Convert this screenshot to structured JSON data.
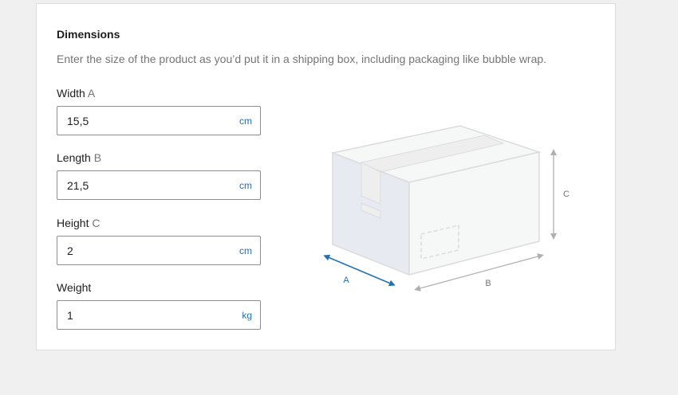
{
  "section": {
    "title": "Dimensions",
    "description": "Enter the size of the product as you’d put it in a shipping box, including packaging like bubble wrap."
  },
  "fields": [
    {
      "label": "Width",
      "letter": "A",
      "value": "15,5",
      "unit": "cm"
    },
    {
      "label": "Length",
      "letter": "B",
      "value": "21,5",
      "unit": "cm"
    },
    {
      "label": "Height",
      "letter": "C",
      "value": "2",
      "unit": "cm"
    },
    {
      "label": "Weight",
      "letter": "",
      "value": "1",
      "unit": "kg"
    }
  ],
  "illustration": {
    "labels": {
      "a": "A",
      "b": "B",
      "c": "C"
    },
    "colors": {
      "highlight": "#2271b1",
      "neutral": "#b0b0b0"
    }
  }
}
